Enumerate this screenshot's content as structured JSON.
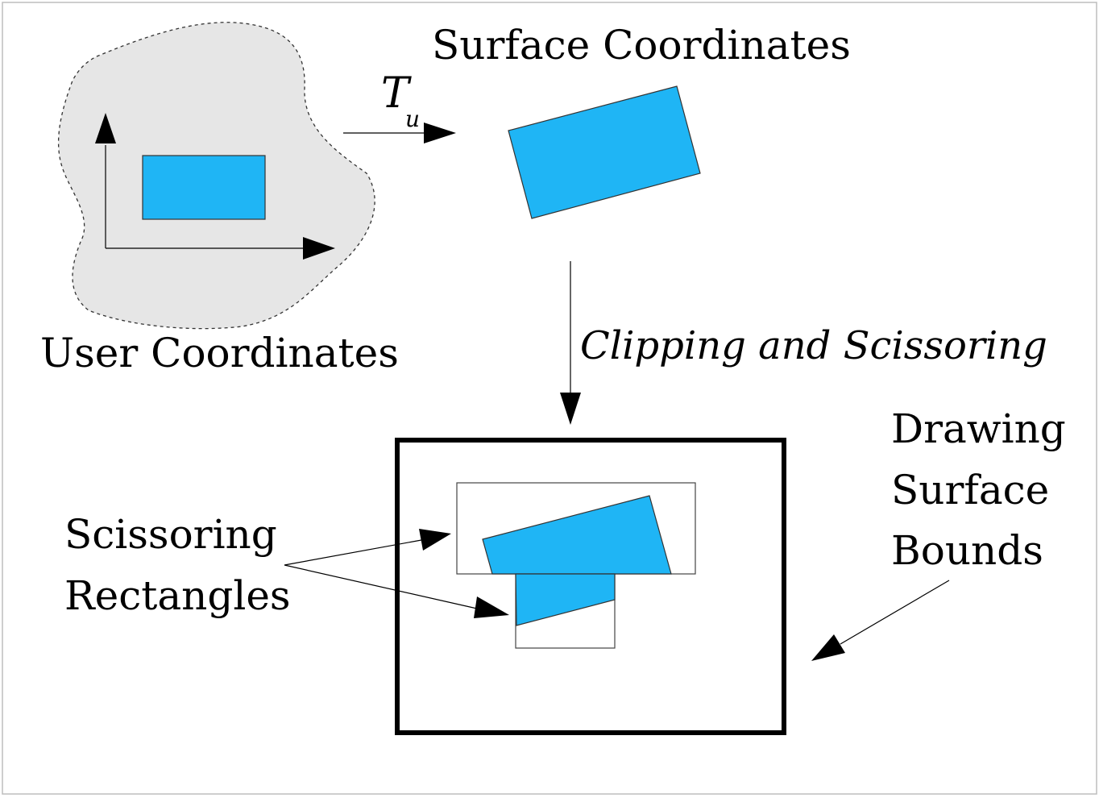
{
  "labels": {
    "surface_coordinates": "Surface Coordinates",
    "user_coordinates": "User Coordinates",
    "transform_symbol": "T",
    "transform_subscript": "u",
    "clipping_and_scissoring": "Clipping and Scissoring",
    "scissoring_rectangles_line1": "Scissoring",
    "scissoring_rectangles_line2": "Rectangles",
    "drawing_surface_bounds_line1": "Drawing",
    "drawing_surface_bounds_line2": "Surface",
    "drawing_surface_bounds_line3": "Bounds"
  },
  "colors": {
    "shape_fill": "#1fb5f5",
    "user_space_fill": "#e6e6e6",
    "stroke": "#000000",
    "background": "#ffffff"
  }
}
